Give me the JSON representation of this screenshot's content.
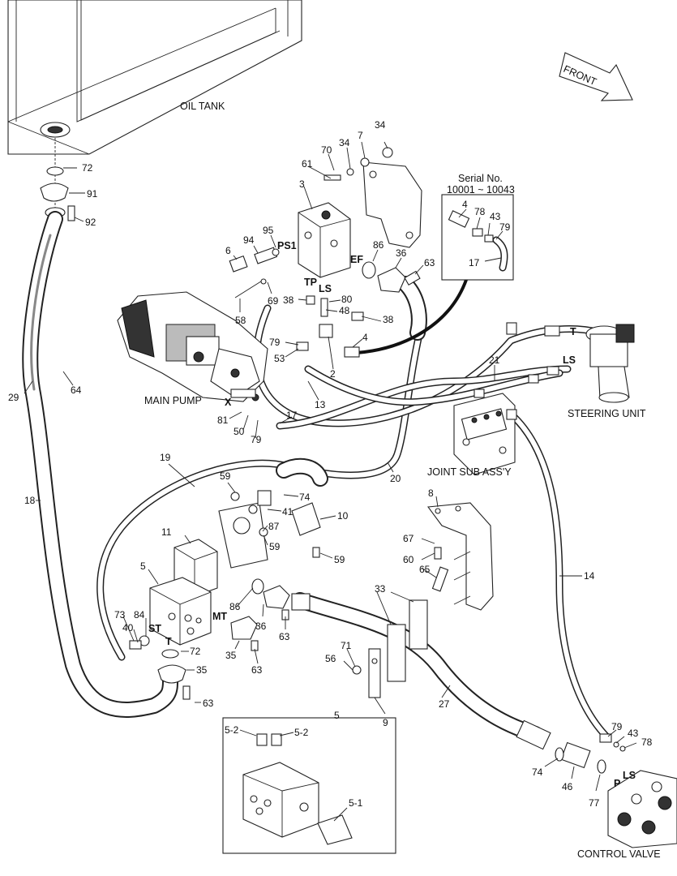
{
  "captions": {
    "oil_tank": "OIL TANK",
    "front": "FRONT",
    "main_pump": "MAIN PUMP",
    "steering_unit": "STEERING UNIT",
    "joint_sub_assy": "JOINT SUB ASS'Y",
    "control_valve": "CONTROL VALVE",
    "serial_heading": "Serial No.",
    "serial_range": "10001 ~ 10043"
  },
  "ports": {
    "ps1": "PS1",
    "ef": "EF",
    "tp": "TP",
    "ls_top": "LS",
    "x": "X",
    "t_steer": "T",
    "ls_steer": "LS",
    "st": "ST",
    "t_lower": "T",
    "mt": "MT",
    "p_cv": "P",
    "ls_cv": "LS"
  },
  "callouts": [
    {
      "id": "c72a",
      "text": "72"
    },
    {
      "id": "c91",
      "text": "91"
    },
    {
      "id": "c92",
      "text": "92"
    },
    {
      "id": "c29",
      "text": "29"
    },
    {
      "id": "c64",
      "text": "64"
    },
    {
      "id": "c18",
      "text": "18"
    },
    {
      "id": "c34a",
      "text": "34"
    },
    {
      "id": "c34b",
      "text": "34"
    },
    {
      "id": "c7",
      "text": "7"
    },
    {
      "id": "c70",
      "text": "70"
    },
    {
      "id": "c61",
      "text": "61"
    },
    {
      "id": "c3",
      "text": "3"
    },
    {
      "id": "c95",
      "text": "95"
    },
    {
      "id": "c94",
      "text": "94"
    },
    {
      "id": "c6",
      "text": "6"
    },
    {
      "id": "c86a",
      "text": "86"
    },
    {
      "id": "c36a",
      "text": "36"
    },
    {
      "id": "c63a",
      "text": "63"
    },
    {
      "id": "c58",
      "text": "58"
    },
    {
      "id": "c69",
      "text": "69"
    },
    {
      "id": "c38a",
      "text": "38"
    },
    {
      "id": "c80",
      "text": "80"
    },
    {
      "id": "c48",
      "text": "48"
    },
    {
      "id": "c38b",
      "text": "38"
    },
    {
      "id": "c79a",
      "text": "79"
    },
    {
      "id": "c4a",
      "text": "4"
    },
    {
      "id": "c53",
      "text": "53"
    },
    {
      "id": "c2",
      "text": "2"
    },
    {
      "id": "c13",
      "text": "13"
    },
    {
      "id": "c21",
      "text": "21"
    },
    {
      "id": "c81",
      "text": "81"
    },
    {
      "id": "c50",
      "text": "50"
    },
    {
      "id": "c79b",
      "text": "79"
    },
    {
      "id": "c17a",
      "text": "17"
    },
    {
      "id": "c4b",
      "text": "4"
    },
    {
      "id": "c78a",
      "text": "78"
    },
    {
      "id": "c43a",
      "text": "43"
    },
    {
      "id": "c79c",
      "text": "79"
    },
    {
      "id": "c17b",
      "text": "17"
    },
    {
      "id": "c19",
      "text": "19"
    },
    {
      "id": "c20",
      "text": "20"
    },
    {
      "id": "c59a",
      "text": "59"
    },
    {
      "id": "c74a",
      "text": "74"
    },
    {
      "id": "c41",
      "text": "41"
    },
    {
      "id": "c87",
      "text": "87"
    },
    {
      "id": "c10",
      "text": "10"
    },
    {
      "id": "c59b",
      "text": "59"
    },
    {
      "id": "c59c",
      "text": "59"
    },
    {
      "id": "c11",
      "text": "11"
    },
    {
      "id": "c8",
      "text": "8"
    },
    {
      "id": "c67",
      "text": "67"
    },
    {
      "id": "c60",
      "text": "60"
    },
    {
      "id": "c65",
      "text": "65"
    },
    {
      "id": "c14",
      "text": "14"
    },
    {
      "id": "c5a",
      "text": "5"
    },
    {
      "id": "c33",
      "text": "33"
    },
    {
      "id": "c86b",
      "text": "86"
    },
    {
      "id": "c36b",
      "text": "36"
    },
    {
      "id": "c63b",
      "text": "63"
    },
    {
      "id": "c84",
      "text": "84"
    },
    {
      "id": "c73",
      "text": "73"
    },
    {
      "id": "c40",
      "text": "40"
    },
    {
      "id": "c72b",
      "text": "72"
    },
    {
      "id": "c35a",
      "text": "35"
    },
    {
      "id": "c63c",
      "text": "63"
    },
    {
      "id": "c35b",
      "text": "35"
    },
    {
      "id": "c63d",
      "text": "63"
    },
    {
      "id": "c71",
      "text": "71"
    },
    {
      "id": "c56",
      "text": "56"
    },
    {
      "id": "c9",
      "text": "9"
    },
    {
      "id": "c27",
      "text": "27"
    },
    {
      "id": "c5b",
      "text": "5"
    },
    {
      "id": "c52a",
      "text": "5-2"
    },
    {
      "id": "c52b",
      "text": "5-2"
    },
    {
      "id": "c51",
      "text": "5-1"
    },
    {
      "id": "c79d",
      "text": "79"
    },
    {
      "id": "c43b",
      "text": "43"
    },
    {
      "id": "c78b",
      "text": "78"
    },
    {
      "id": "c74b",
      "text": "74"
    },
    {
      "id": "c46",
      "text": "46"
    },
    {
      "id": "c77",
      "text": "77"
    }
  ]
}
